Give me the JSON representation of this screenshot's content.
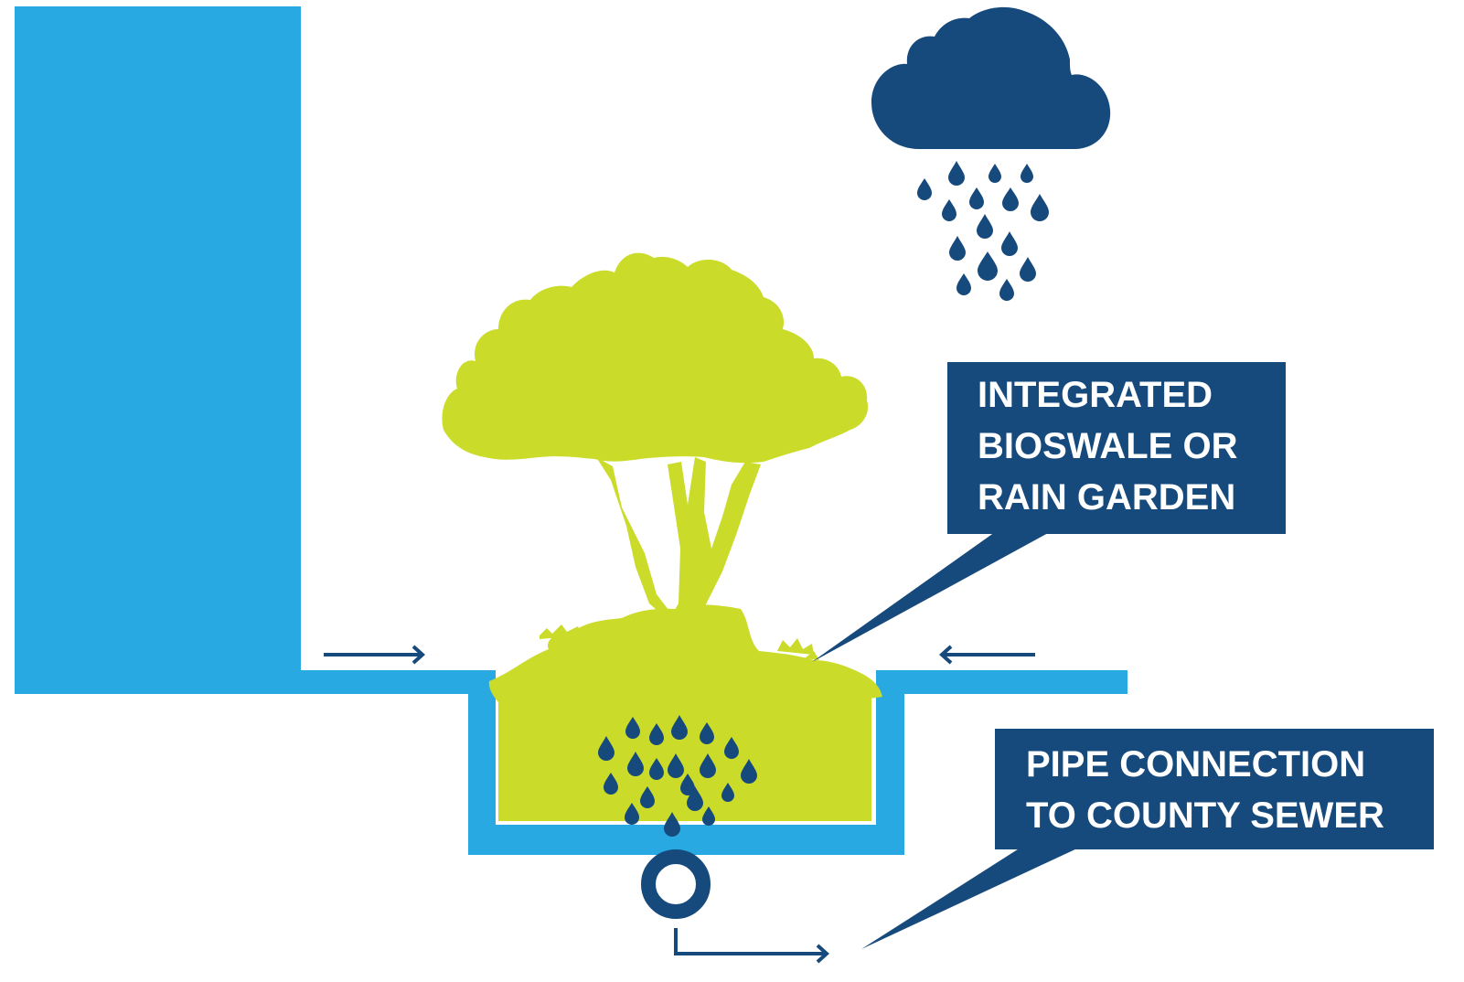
{
  "callouts": {
    "bioswale": {
      "lines": [
        "INTEGRATED",
        "BIOSWALE OR",
        "RAIN GARDEN"
      ]
    },
    "pipe": {
      "lines": [
        "PIPE CONNECTION",
        "TO COUNTY SEWER"
      ]
    }
  },
  "colors": {
    "light_blue": "#29a9e1",
    "dark_blue": "#174a7c",
    "green": "#cbdb2a",
    "white": "#ffffff"
  },
  "icons": {
    "cloud": "rain-cloud-icon",
    "tree": "tree-icon",
    "pipe": "pipe-ring-icon"
  }
}
